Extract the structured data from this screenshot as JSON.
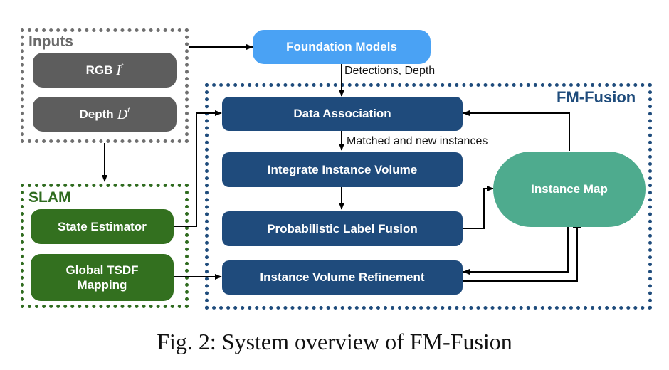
{
  "groups": {
    "inputs": {
      "title": "Inputs",
      "color": "#6a6a6a"
    },
    "slam": {
      "title": "SLAM",
      "color": "#2f6b1f"
    },
    "fm_fusion": {
      "title": "FM-Fusion",
      "color": "#1f4c7c"
    }
  },
  "nodes": {
    "rgb": {
      "label": "RGB",
      "math_symbol": "I",
      "math_superscript": "t"
    },
    "depth": {
      "label": "Depth",
      "math_symbol": "D",
      "math_superscript": "t"
    },
    "state_estimator": {
      "label": "State Estimator"
    },
    "global_tsdf": {
      "label": "Global TSDF Mapping"
    },
    "foundation_models": {
      "label": "Foundation Models"
    },
    "data_association": {
      "label": "Data Association"
    },
    "integrate_instance_volume": {
      "label": "Integrate Instance Volume"
    },
    "probabilistic_label_fusion": {
      "label": "Probabilistic Label Fusion"
    },
    "instance_volume_refinement": {
      "label": "Instance Volume Refinement"
    },
    "instance_map": {
      "label": "Instance Map"
    }
  },
  "edge_labels": {
    "detections_depth": "Detections, Depth",
    "matched_new_instances": "Matched and new instances"
  },
  "edges": [
    {
      "from": "inputs",
      "to": "foundation_models"
    },
    {
      "from": "inputs",
      "to": "slam"
    },
    {
      "from": "foundation_models",
      "to": "data_association",
      "label": "Detections, Depth"
    },
    {
      "from": "state_estimator",
      "to": "data_association"
    },
    {
      "from": "data_association",
      "to": "integrate_instance_volume",
      "label": "Matched and new instances"
    },
    {
      "from": "integrate_instance_volume",
      "to": "probabilistic_label_fusion"
    },
    {
      "from": "probabilistic_label_fusion",
      "to": "instance_map"
    },
    {
      "from": "instance_map",
      "to": "data_association"
    },
    {
      "from": "instance_map",
      "to": "instance_volume_refinement"
    },
    {
      "from": "instance_volume_refinement",
      "to": "instance_map"
    },
    {
      "from": "global_tsdf",
      "to": "instance_volume_refinement"
    }
  ],
  "caption": "Fig. 2: System overview of FM-Fusion"
}
